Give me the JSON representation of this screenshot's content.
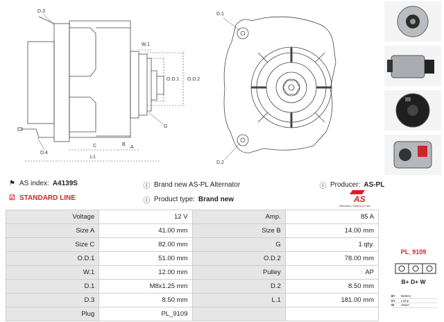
{
  "drawing": {
    "labels": {
      "d3": "D.3",
      "d4": "D.4",
      "w1": "W.1",
      "od1": "O.D.1",
      "od2": "O.D.2",
      "g": "G",
      "b": "B",
      "a": "A",
      "c": "C",
      "l1": "L1",
      "d1": "D.1",
      "d2": "D.2"
    }
  },
  "info": {
    "as_index_label": "AS index:",
    "as_index_value": "A4139S",
    "brand_text": "Brand new AS-PL Alternator",
    "producer_label": "Producer:",
    "producer_value": "AS-PL",
    "standard_line": "STANDARD LINE",
    "product_type_label": "Product type:",
    "product_type_value": "Brand new"
  },
  "logo": {
    "mark": "AS",
    "tagline": "Alternators, Starters & Parts",
    "color": "#d2232a"
  },
  "specs": [
    {
      "k1": "Voltage",
      "v1": "12 V",
      "k2": "Amp.",
      "v2": "85 A"
    },
    {
      "k1": "Size A",
      "v1": "41.00 mm",
      "k2": "Size B",
      "v2": "14.00 mm"
    },
    {
      "k1": "Size C",
      "v1": "82.00 mm",
      "k2": "G",
      "v2": "1 qty."
    },
    {
      "k1": "O.D.1",
      "v1": "51.00 mm",
      "k2": "O.D.2",
      "v2": "78.00 mm"
    },
    {
      "k1": "W.1",
      "v1": "12.00 mm",
      "k2": "Pulley",
      "v2": "AP"
    },
    {
      "k1": "D.1",
      "v1": "M8x1.25 mm",
      "k2": "D.2",
      "v2": "8.50 mm"
    },
    {
      "k1": "D.3",
      "v1": "8.50 mm",
      "k2": "L.1",
      "v2": "181.00 mm"
    },
    {
      "k1": "Plug",
      "v1": "PL_9109",
      "k2": "",
      "v2": ""
    }
  ],
  "side": {
    "plug_id": "PL_9109",
    "terminals": "B+ D+ W",
    "legend": [
      {
        "code": "B+",
        "name": "Battery"
      },
      {
        "code": "D+",
        "name": "Lamp"
      },
      {
        "code": "W",
        "name": "Stator"
      }
    ]
  }
}
